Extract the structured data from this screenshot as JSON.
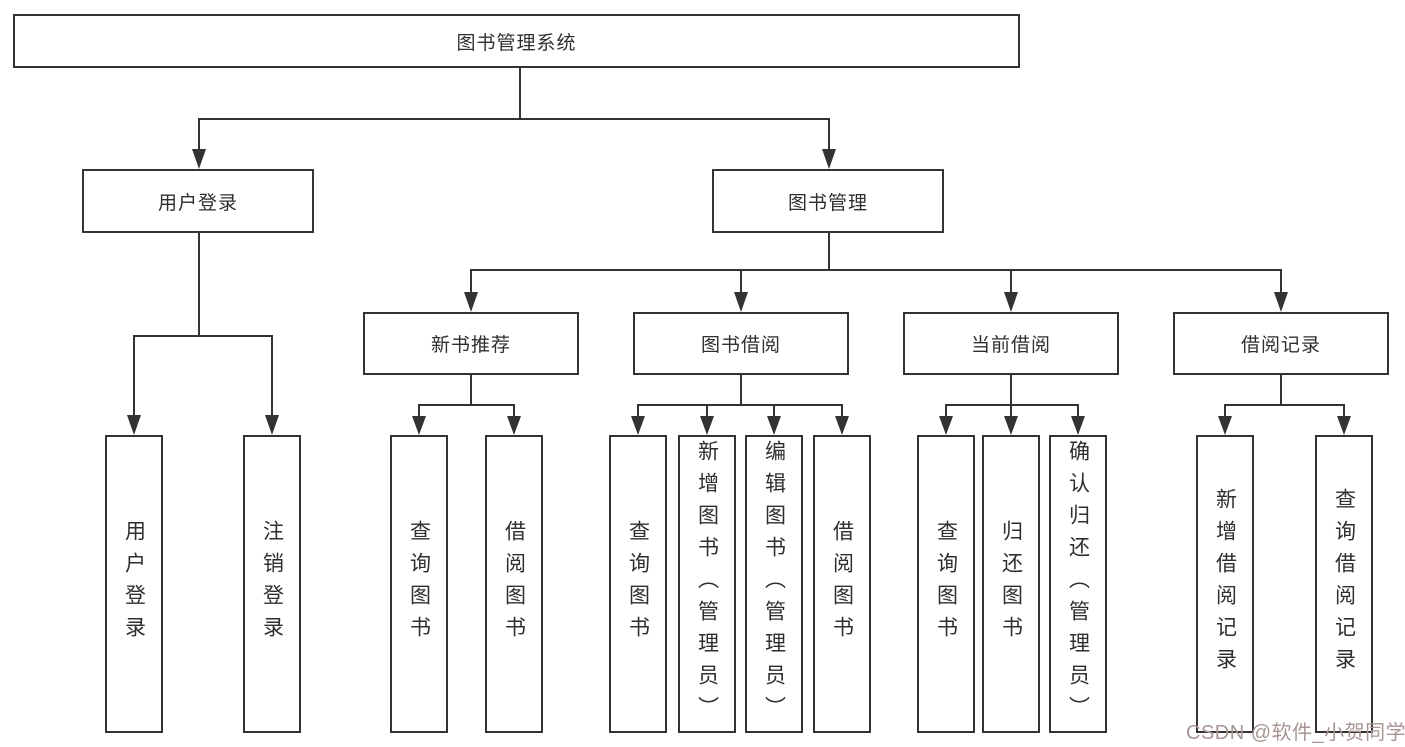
{
  "diagram": {
    "type": "hierarchy-tree",
    "root": {
      "label": "图书管理系统"
    },
    "level2": [
      {
        "label": "用户登录"
      },
      {
        "label": "图书管理"
      }
    ],
    "level3": [
      {
        "label": "新书推荐"
      },
      {
        "label": "图书借阅"
      },
      {
        "label": "当前借阅"
      },
      {
        "label": "借阅记录"
      }
    ],
    "leaves": {
      "user_login": [
        {
          "label": "用户登录"
        },
        {
          "label": "注销登录"
        }
      ],
      "new_book_recommend": [
        {
          "label": "查询图书"
        },
        {
          "label": "借阅图书"
        }
      ],
      "book_borrow": [
        {
          "label": "查询图书"
        },
        {
          "label": "新增图书（管理员）"
        },
        {
          "label": "编辑图书（管理员）"
        },
        {
          "label": "借阅图书"
        }
      ],
      "current_borrow": [
        {
          "label": "查询图书"
        },
        {
          "label": "归还图书"
        },
        {
          "label": "确认归还（管理员）"
        }
      ],
      "borrow_records": [
        {
          "label": "新增借阅记录"
        },
        {
          "label": "查询借阅记录"
        }
      ]
    },
    "colors": {
      "line": "#333333",
      "text": "#2f2f2f",
      "box_background": "#ffffff",
      "watermark": "#a89693"
    },
    "watermark": {
      "text": "CSDN @软件_小贺同学"
    }
  }
}
